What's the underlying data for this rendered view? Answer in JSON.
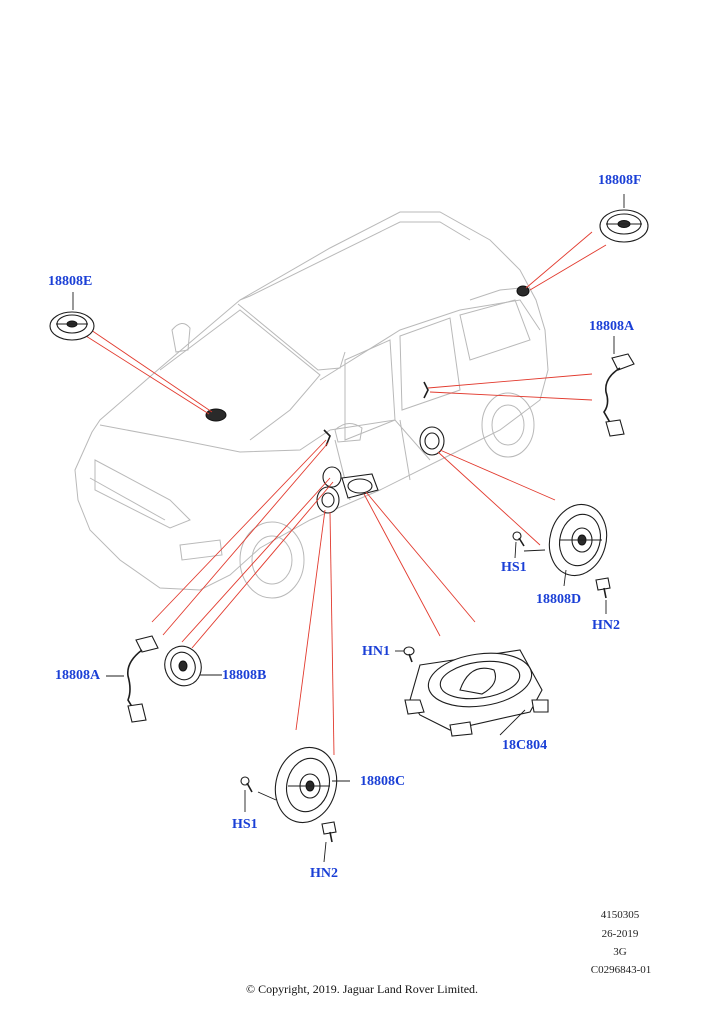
{
  "callouts": {
    "f": "18808F",
    "e": "18808E",
    "a_right": "18808A",
    "a_left": "18808A",
    "b": "18808B",
    "c": "18808C",
    "d": "18808D",
    "c804": "18C804",
    "hn1": "HN1",
    "hs1_right": "HS1",
    "hn2_right": "HN2",
    "hs1_bottom": "HS1",
    "hn2_bottom": "HN2"
  },
  "meta": {
    "ref": "4150305",
    "date": "26-2019",
    "rev": "3G",
    "code": "C0296843-01"
  },
  "copyright": "© Copyright, 2019. Jaguar Land Rover Limited.",
  "colors": {
    "callout": "#1a3fd6",
    "leader": "#e23a2e",
    "vehicle": "#b9b9b9"
  }
}
